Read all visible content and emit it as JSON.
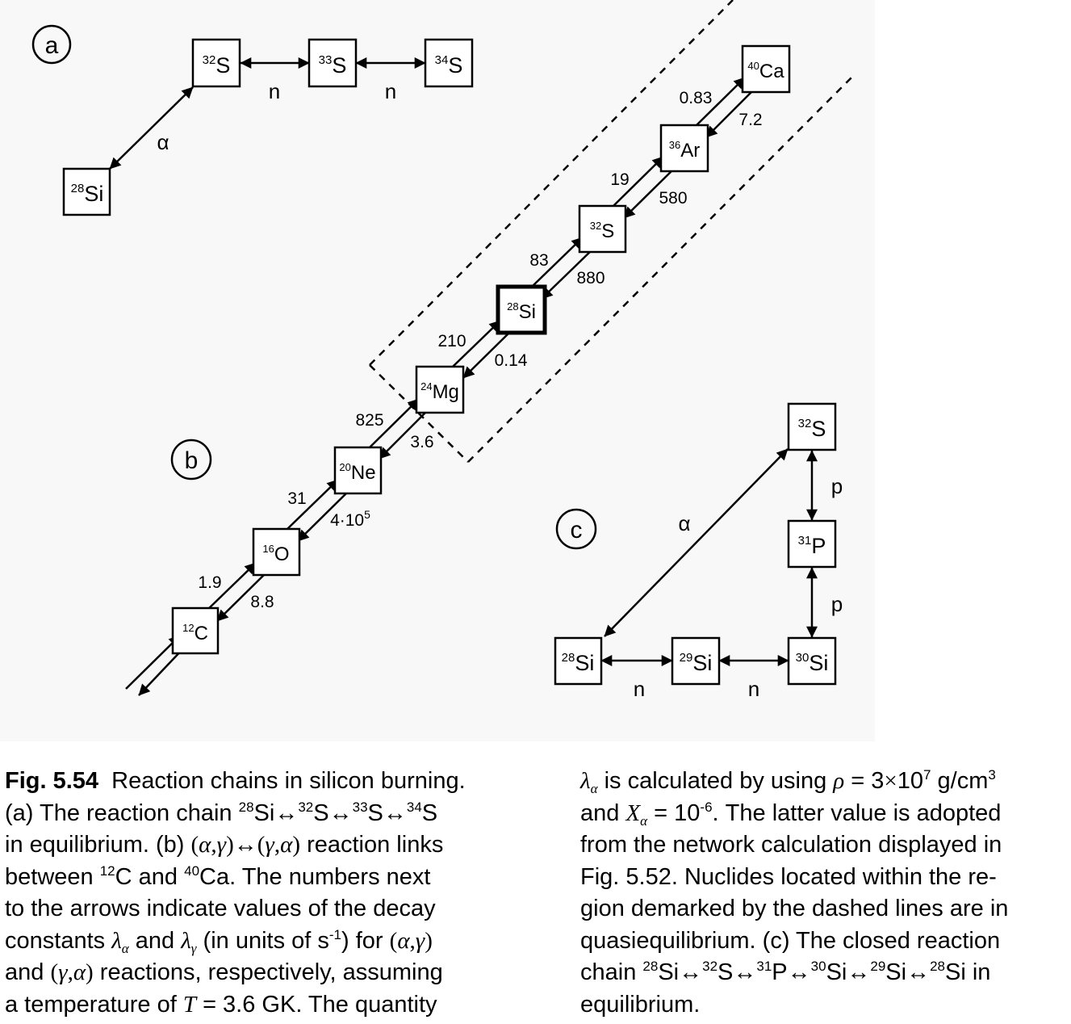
{
  "panels": {
    "a": {
      "marker": "a",
      "label_n1": "n",
      "label_n2": "n",
      "label_alpha": "α",
      "nuclides": [
        {
          "mass": "32",
          "symbol": "S"
        },
        {
          "mass": "33",
          "symbol": "S"
        },
        {
          "mass": "34",
          "symbol": "S"
        },
        {
          "mass": "28",
          "symbol": "Si"
        }
      ]
    },
    "b": {
      "marker": "b",
      "nuclides": [
        {
          "mass": "12",
          "symbol": "C"
        },
        {
          "mass": "16",
          "symbol": "O"
        },
        {
          "mass": "20",
          "symbol": "Ne"
        },
        {
          "mass": "24",
          "symbol": "Mg"
        },
        {
          "mass": "28",
          "symbol": "Si"
        },
        {
          "mass": "32",
          "symbol": "S"
        },
        {
          "mass": "36",
          "symbol": "Ar"
        },
        {
          "mass": "40",
          "symbol": "Ca"
        }
      ],
      "rates": [
        {
          "forward": "1.9",
          "reverse": "8.8"
        },
        {
          "forward": "31",
          "reverse_mantissa": "4·10",
          "reverse_exponent": "5"
        },
        {
          "forward": "825",
          "reverse": "3.6"
        },
        {
          "forward": "210",
          "reverse": "0.14"
        },
        {
          "forward": "83",
          "reverse": "880"
        },
        {
          "forward": "19",
          "reverse": "580"
        },
        {
          "forward": "0.83",
          "reverse": "7.2"
        }
      ]
    },
    "c": {
      "marker": "c",
      "label_alpha": "α",
      "label_p1": "p",
      "label_p2": "p",
      "label_n1": "n",
      "label_n2": "n",
      "nuclides": [
        {
          "mass": "32",
          "symbol": "S"
        },
        {
          "mass": "31",
          "symbol": "P"
        },
        {
          "mass": "30",
          "symbol": "Si"
        },
        {
          "mass": "29",
          "symbol": "Si"
        },
        {
          "mass": "28",
          "symbol": "Si"
        }
      ]
    }
  },
  "caption": {
    "figure_label": "Fig. 5.54",
    "l1": {
      "t": "Reaction chains in silicon burning."
    },
    "l2": {
      "t1": "(a) The reaction chain",
      "arr": "↔",
      "m1": "28",
      "s1": "Si",
      "m2": "32",
      "s2": "S",
      "m3": "33",
      "s3": "S",
      "m4": "34",
      "s4": "S"
    },
    "l3": {
      "t1": "in equilibrium. (b)",
      "p1": "(",
      "p2": ")",
      "comma": ",",
      "alpha": "α",
      "gamma": "γ",
      "arr": "↔",
      "t2": "reaction links"
    },
    "l4": {
      "t1": "between",
      "m1": "12",
      "s1": "C",
      "t2": "and",
      "m2": "40",
      "s2": "Ca.",
      "t3": "The numbers next"
    },
    "l5": {
      "t": "to the arrows indicate values of the decay"
    },
    "l6": {
      "t1": "constants",
      "lambda": "λ",
      "alpha": "α",
      "gamma": "γ",
      "t2": "and",
      "t3": "(in units of s",
      "exp": "-1",
      "t4": ") for",
      "p1": "(",
      "p2": ")",
      "comma": ","
    },
    "l7": {
      "t1": "and",
      "p1": "(",
      "p2": ")",
      "comma": ",",
      "gamma": "γ",
      "alpha": "α",
      "t2": "reactions, respectively, assuming"
    },
    "l8": {
      "t1": "a temperature of",
      "T": "T",
      "t2": "= 3.6 GK. The quantity"
    },
    "r1": {
      "lambda": "λ",
      "alpha": "α",
      "t1": "is calculated by using",
      "rho": "ρ",
      "t2": "= 3",
      "times": "×",
      "t3": "10",
      "exp1": "7",
      "t4": "g/cm",
      "exp2": "3"
    },
    "r2": {
      "t1": "and",
      "X": "X",
      "alpha": "α",
      "t2": "= 10",
      "exp": "-6",
      "t3": ". The latter value is adopted"
    },
    "r3": {
      "t": "from the network calculation displayed in"
    },
    "r4": {
      "t": "Fig. 5.52. Nuclides located within the re-"
    },
    "r5": {
      "t": "gion demarked by the dashed lines are in"
    },
    "r6": {
      "t": "quasiequilibrium. (c) The closed reaction"
    },
    "r7": {
      "t1": "chain",
      "arr": "↔",
      "m1": "28",
      "s1": "Si",
      "m2": "32",
      "s2": "S",
      "m3": "31",
      "s3": "P",
      "m4": "30",
      "s4": "Si",
      "m5": "29",
      "s5": "Si",
      "m6": "28",
      "s6": "Si",
      "t2": "in"
    },
    "r8": {
      "t": "equilibrium."
    }
  }
}
